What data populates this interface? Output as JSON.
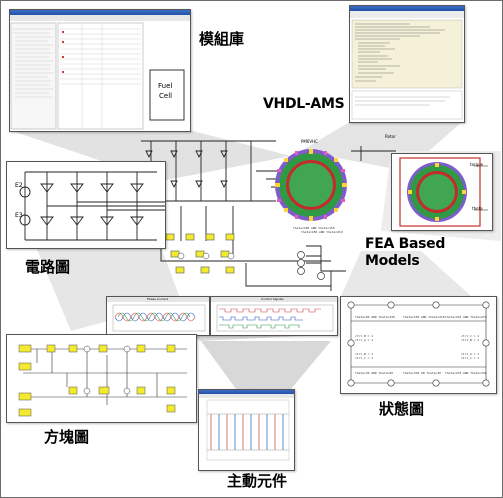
{
  "labels": {
    "model_library": "模組庫",
    "vhdl_ams": "VHDL-AMS",
    "circuit_diagram": "電路圖",
    "fea_line1": "FEA Based",
    "fea_line2": "Models",
    "block_diagram": "方塊圖",
    "state_diagram": "狀態圖",
    "active_component": "主動元件"
  },
  "fuel_cell": {
    "line1": "Fuel",
    "line2": "Cell"
  },
  "motor": {
    "title": "PM6VHC",
    "rotor_label": "Rotor",
    "torque": "torque",
    "theta": "theta"
  },
  "plots": {
    "phase_current": "Phase Current",
    "control_signals": "Control Signals"
  },
  "circuit": {
    "e2": "E2",
    "e3": "E3"
  },
  "colors": {
    "outline": "#555555",
    "circuit": "#222222",
    "block_fill": "#f3ea2e",
    "vhdl_bg": "#f5f0d8",
    "fan_gray": "#d4d4d4",
    "stator_green": "#2f9a43",
    "rotor_red": "#c42b2b"
  }
}
